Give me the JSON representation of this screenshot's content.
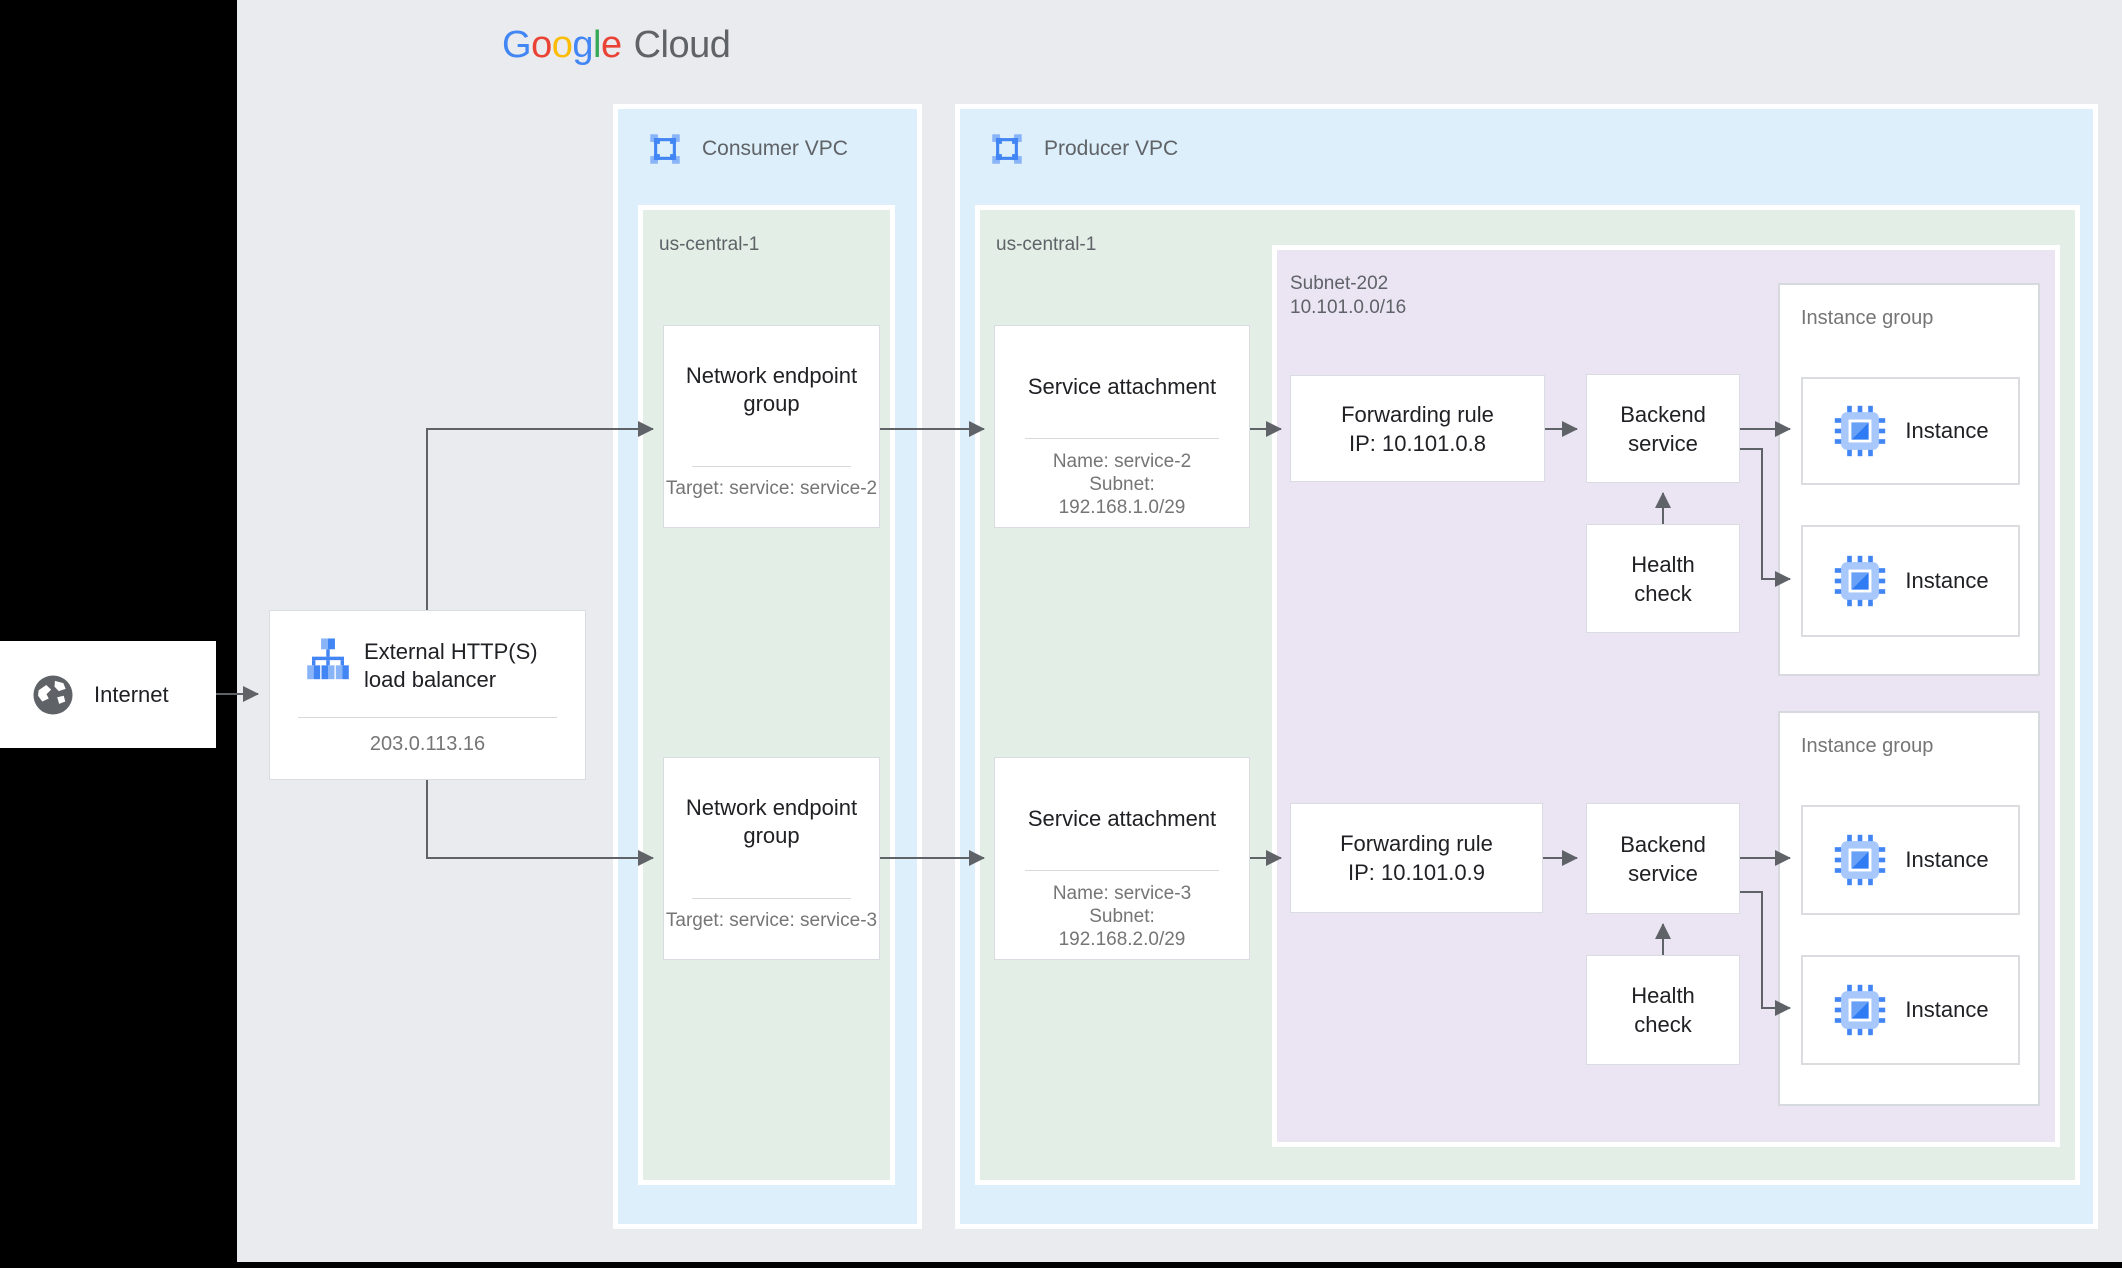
{
  "logo": {
    "letters": [
      {
        "ch": "G",
        "color": "#4285F4"
      },
      {
        "ch": "o",
        "color": "#EA4335"
      },
      {
        "ch": "o",
        "color": "#FBBC05"
      },
      {
        "ch": "g",
        "color": "#4285F4"
      },
      {
        "ch": "l",
        "color": "#34A853"
      },
      {
        "ch": "e",
        "color": "#EA4335"
      }
    ],
    "cloud": "Cloud"
  },
  "internet": {
    "label": "Internet"
  },
  "load_balancer": {
    "title_line1": "External HTTP(S)",
    "title_line2": "load balancer",
    "ip": "203.0.113.16"
  },
  "consumer_vpc": {
    "label": "Consumer VPC",
    "region_label": "us-central-1",
    "negs": [
      {
        "title": "Network endpoint group",
        "subtitle": "Target: service: service-2"
      },
      {
        "title": "Network endpoint group",
        "subtitle": "Target: service: service-3"
      }
    ]
  },
  "producer_vpc": {
    "label": "Producer VPC",
    "region_label": "us-central-1",
    "service_attachments": [
      {
        "title": "Service attachment",
        "lines": [
          "Name: service-2",
          "Subnet:",
          "192.168.1.0/29"
        ]
      },
      {
        "title": "Service attachment",
        "lines": [
          "Name: service-3",
          "Subnet:",
          "192.168.2.0/29"
        ]
      }
    ],
    "subnet": {
      "label_name": "Subnet-202",
      "label_cidr": "10.101.0.0/16",
      "forwarding_rules": [
        {
          "line1": "Forwarding rule",
          "line2": "IP: 10.101.0.8"
        },
        {
          "line1": "Forwarding rule",
          "line2": "IP: 10.101.0.9"
        }
      ],
      "backend_services": [
        "Backend service",
        "Backend service"
      ],
      "health_checks": [
        "Health check",
        "Health check"
      ],
      "instance_groups": [
        {
          "label": "Instance group",
          "instances": [
            "Instance",
            "Instance"
          ]
        },
        {
          "label": "Instance group",
          "instances": [
            "Instance",
            "Instance"
          ]
        }
      ]
    }
  },
  "brand_colors": {
    "google_blue": "#4285F4",
    "google_red": "#EA4335",
    "google_yellow": "#FBBC05",
    "google_green": "#34A853",
    "icon_light_blue": "#8ab4f8",
    "text_dark": "#202124",
    "text_gray": "#757575"
  }
}
